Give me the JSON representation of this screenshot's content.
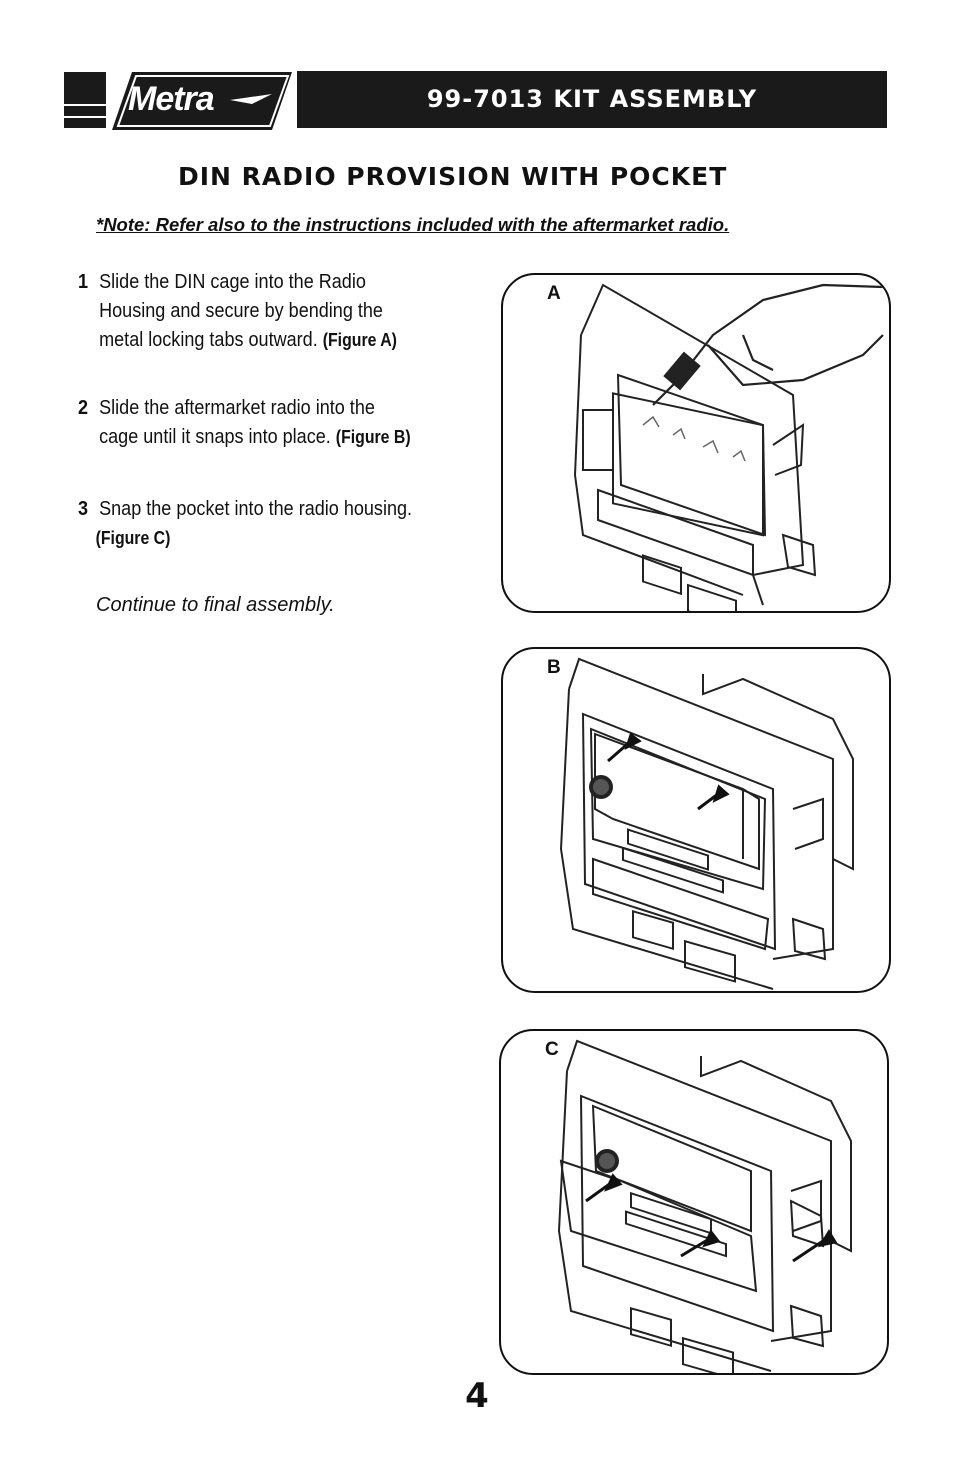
{
  "header": {
    "brand": "Metra",
    "title": "99-7013 KIT ASSEMBLY"
  },
  "section_title": "DIN RADIO PROVISION WITH POCKET",
  "note": "*Note:  Refer also to the instructions included with the aftermarket radio.",
  "steps": [
    {
      "number": "1",
      "line1": "Slide the DIN cage into the Radio",
      "line2": "Housing and secure by bending the",
      "line3": "metal locking tabs outward.",
      "ref": "(Figure A)"
    },
    {
      "number": "2",
      "line1": "Slide the aftermarket radio into the",
      "line2": "cage until it snaps into place.",
      "ref": "(Figure B)"
    },
    {
      "number": "3",
      "line1": "Snap the pocket into the radio housing.",
      "ref": "(Figure C)"
    }
  ],
  "continue_text": "Continue to final assembly.",
  "figures": {
    "a": {
      "label": "A"
    },
    "b": {
      "label": "B"
    },
    "c": {
      "label": "C"
    }
  },
  "page_number": "4"
}
